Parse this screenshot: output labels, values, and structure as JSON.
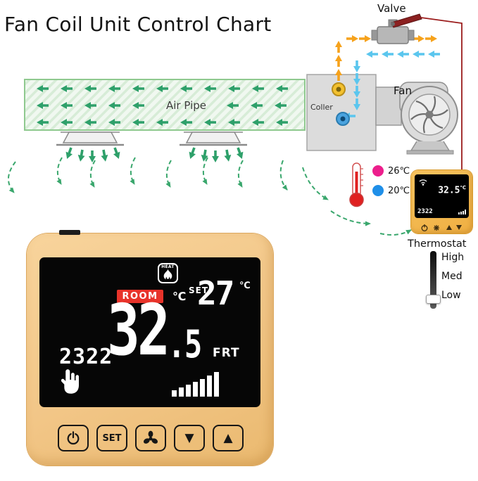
{
  "title": "Fan Coil Unit Control Chart",
  "labels": {
    "valve": "Valve",
    "air_pipe": "Air Pipe",
    "coller": "Coller",
    "fan": "Fan",
    "temp_pink": "26℃",
    "temp_blue": "20℃",
    "thermostat": "Thermostat",
    "slider_high": "High",
    "slider_med": "Med",
    "slider_low": "Low"
  },
  "mini_thermostat": {
    "temp": "32.5",
    "unit": "℃",
    "time": "2322"
  },
  "thermostat": {
    "heat": "HEAT",
    "room_label": "ROOM",
    "unit": "℃",
    "set_label": "SET",
    "set_temp": "27",
    "room_temp_main": "32",
    "room_temp_frac": ".5",
    "time": "2322",
    "day": "FRT",
    "set_button": "SET"
  },
  "icons": {
    "triangle_up": "▲",
    "triangle_down": "▼"
  },
  "colors": {
    "body_tan": "#f3c98f",
    "display_black": "#060606",
    "room_bar_red": "#e8332a",
    "green_arrow": "#3aa76d",
    "orange_pipe": "#f6a21c",
    "cyan_pipe": "#5bc6ee",
    "pink_dot": "#ec1e8c",
    "blue_dot": "#1f8fe8"
  }
}
